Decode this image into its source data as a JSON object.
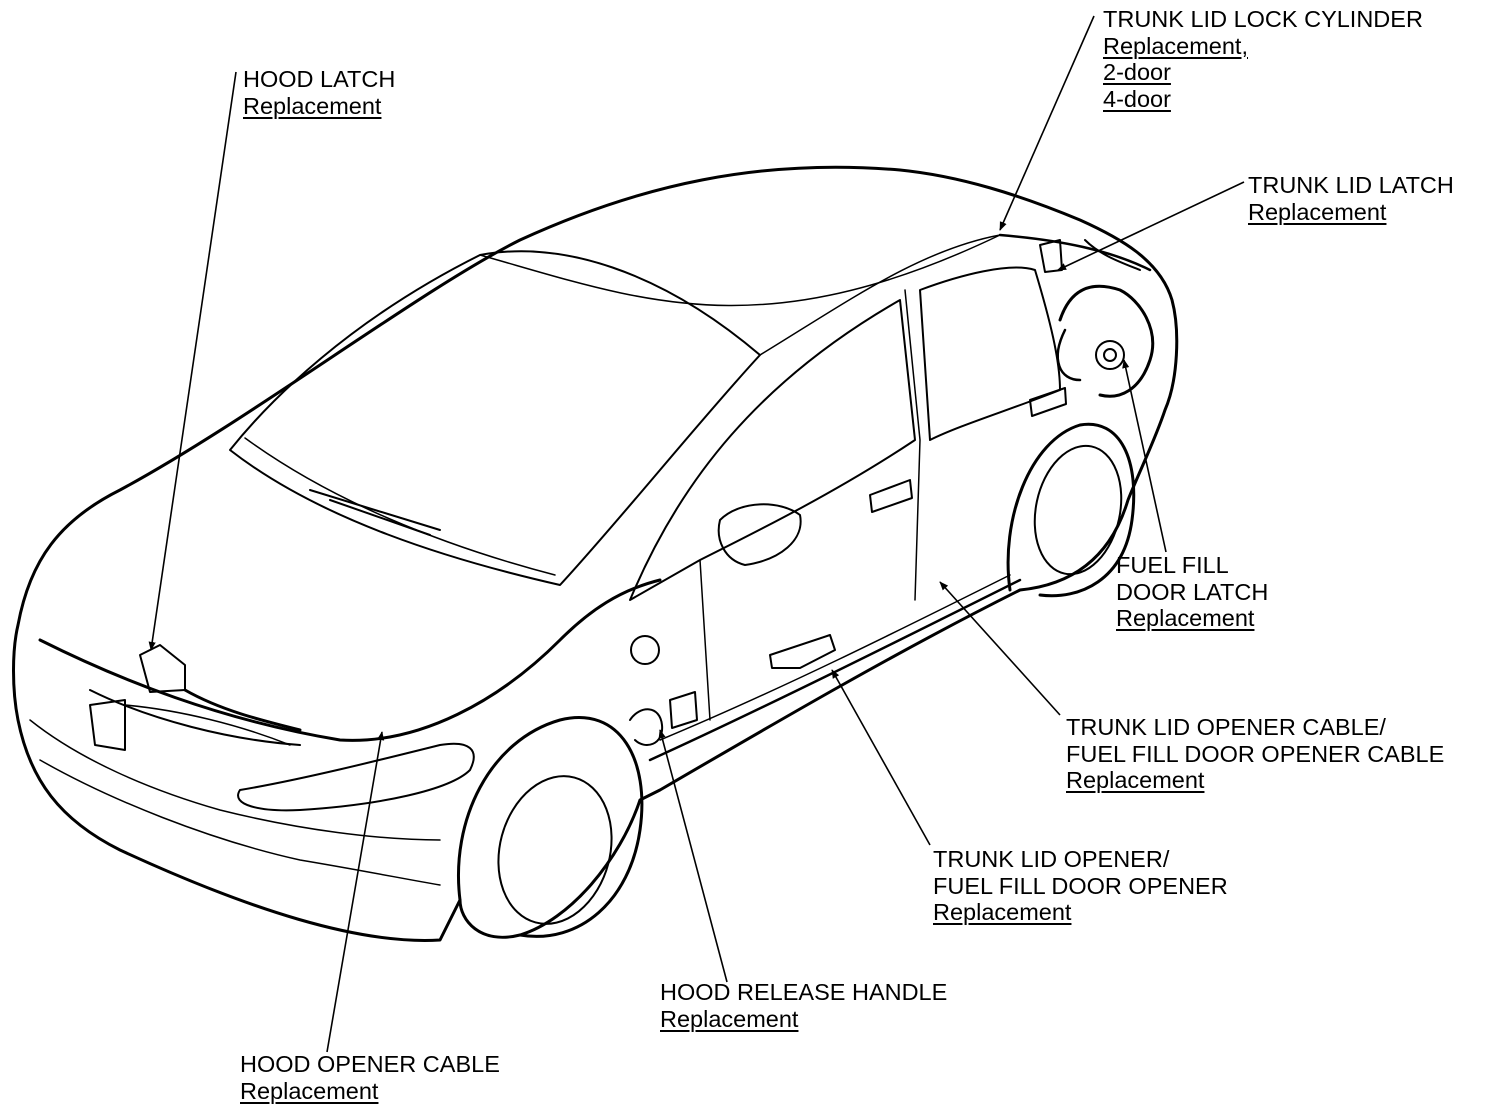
{
  "callouts": {
    "hood_latch": {
      "title": [
        "HOOD LATCH"
      ],
      "links": [
        "Replacement"
      ]
    },
    "trunk_lock": {
      "title": [
        "TRUNK LID LOCK CYLINDER"
      ],
      "links": [
        "Replacement,",
        "2-door",
        "4-door"
      ]
    },
    "trunk_latch": {
      "title": [
        "TRUNK LID LATCH"
      ],
      "links": [
        "Replacement"
      ]
    },
    "fuel_latch": {
      "title": [
        "FUEL FILL",
        "DOOR LATCH"
      ],
      "links": [
        "Replacement"
      ]
    },
    "opener_cable": {
      "title": [
        "TRUNK LID OPENER CABLE/",
        "FUEL FILL DOOR OPENER CABLE"
      ],
      "links": [
        "Replacement"
      ]
    },
    "opener": {
      "title": [
        "TRUNK LID OPENER/",
        "FUEL FILL DOOR OPENER"
      ],
      "links": [
        "Replacement"
      ]
    },
    "hood_release": {
      "title": [
        "HOOD RELEASE HANDLE"
      ],
      "links": [
        "Replacement"
      ]
    },
    "hood_cable": {
      "title": [
        "HOOD OPENER CABLE"
      ],
      "links": [
        "Replacement"
      ]
    }
  }
}
